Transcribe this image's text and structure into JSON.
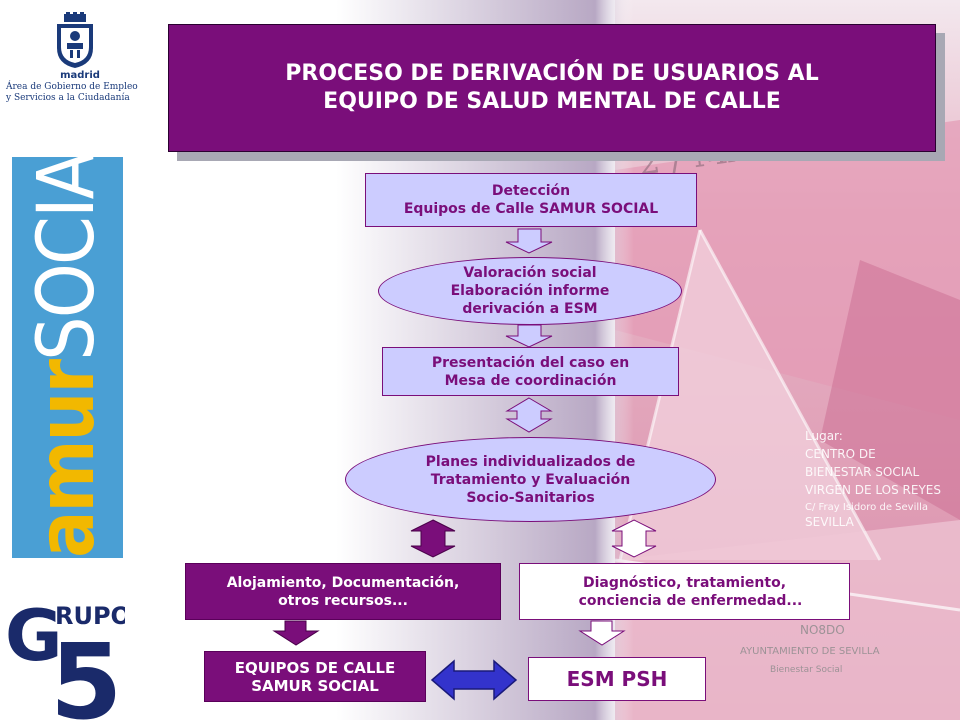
{
  "logos": {
    "madrid": {
      "city": "madrid",
      "dept_line1": "Área de Gobierno de Empleo",
      "dept_line2": "y Servicios a la Ciudadanía"
    },
    "samur": {
      "part1": "samur",
      "part2": "SOCIAL"
    },
    "grupo5": {
      "word": "RUPO",
      "letter": "G",
      "number": "5"
    }
  },
  "background_text": {
    "date_fragment": "2 / MARZO / 200",
    "event_lines": [
      "Lugar:",
      "CENTRO DE",
      "BIENESTAR SOCIAL",
      "VIRGEN DE LOS REYES",
      "C/ Fray Isidoro de Sevilla",
      "SEVILLA"
    ],
    "sponsor_lines": [
      "NO8DO",
      "AYUNTAMIENTO DE SEVILLA",
      "Bienestar Social"
    ]
  },
  "title": {
    "line1": "PROCESO DE DERIVACIÓN DE USUARIOS AL",
    "line2": "EQUIPO DE SALUD MENTAL DE CALLE"
  },
  "nodes": {
    "deteccion": {
      "line1": "Detección",
      "line2": "Equipos de Calle SAMUR SOCIAL"
    },
    "valoracion": {
      "line1": "Valoración social",
      "line2": "Elaboración informe",
      "line3": "derivación a ESM"
    },
    "presentacion": {
      "line1": "Presentación del caso en",
      "line2": "Mesa de coordinación"
    },
    "planes": {
      "line1": "Planes individualizados de",
      "line2": "Tratamiento y Evaluación",
      "line3": "Socio-Sanitarios"
    },
    "alojamiento": {
      "line1": "Alojamiento, Documentación,",
      "line2": "otros recursos..."
    },
    "diagnostico": {
      "line1": "Diagnóstico, tratamiento,",
      "line2": "conciencia de enfermedad..."
    },
    "equipos": {
      "line1": "EQUIPOS DE CALLE",
      "line2": "SAMUR SOCIAL"
    },
    "esm": {
      "label": "ESM PSH"
    }
  },
  "colors": {
    "purple": "#7a0e7a",
    "lavender": "#ccccff",
    "blue": "#4a9fd4",
    "gold": "#f2b800",
    "arrow_blue": "#3333cc"
  }
}
